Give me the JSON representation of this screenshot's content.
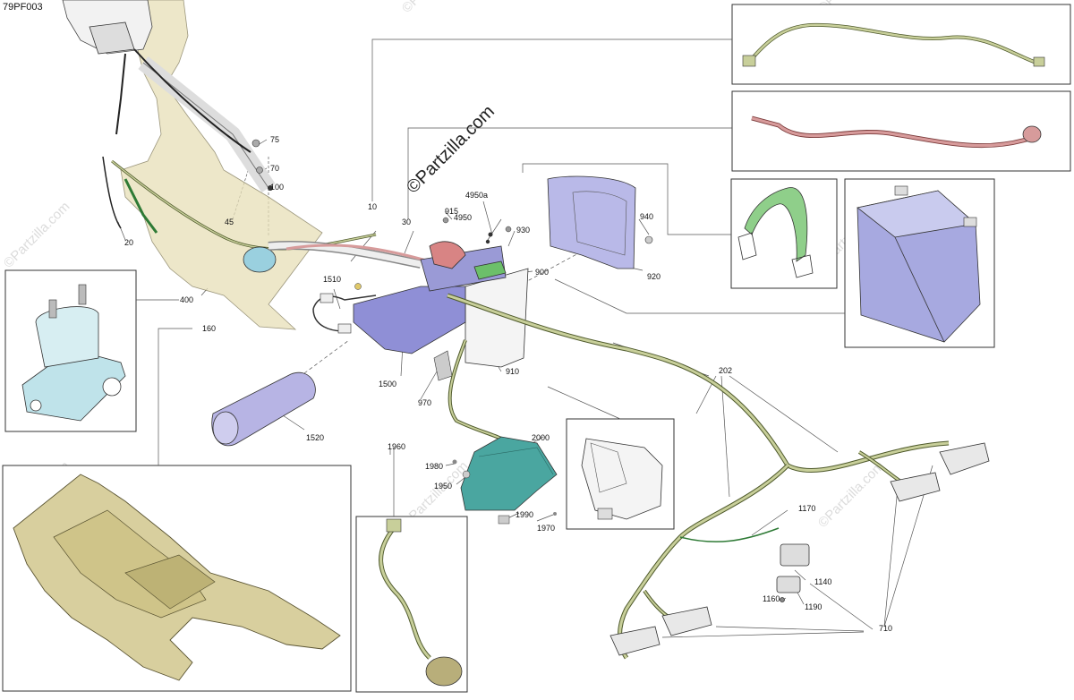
{
  "diagram_code": "79PF003",
  "watermark_main": "©Partzilla.com",
  "watermark_faint": "©Partzilla.com",
  "colors": {
    "harness_green": "#c8cf9a",
    "harness_stroke": "#4f5a2c",
    "cable_red": "#d79b9b",
    "strap_green": "#8fcf8a",
    "battery_blue": "#a7a9e0",
    "cover_blue": "#b9b9e8",
    "shield_teal": "#4aa6a0",
    "frame_olive": "#d8cf9e",
    "relay_blue": "#bfe3ea",
    "sleeve_purple": "#b7b4e4"
  },
  "labels": {
    "p75": "75",
    "p70": "70",
    "p100": "100",
    "p45": "45",
    "p20": "20",
    "p10": "10",
    "p30": "30",
    "p915": "915",
    "p4950a": "4950a",
    "p4950": "4950",
    "p940": "940",
    "p930": "930",
    "p900": "900",
    "p920": "920",
    "p400": "400",
    "p160": "160",
    "p1510": "1510",
    "p1500": "1500",
    "p910": "910",
    "p970": "970",
    "p1520": "1520",
    "p202": "202",
    "p1960": "1960",
    "p2000": "2000",
    "p1980": "1980",
    "p1950": "1950",
    "p1990": "1990",
    "p1970": "1970",
    "p1170": "1170",
    "p1140": "1140",
    "p1160": "1160",
    "p1190": "1190",
    "p710": "710"
  }
}
